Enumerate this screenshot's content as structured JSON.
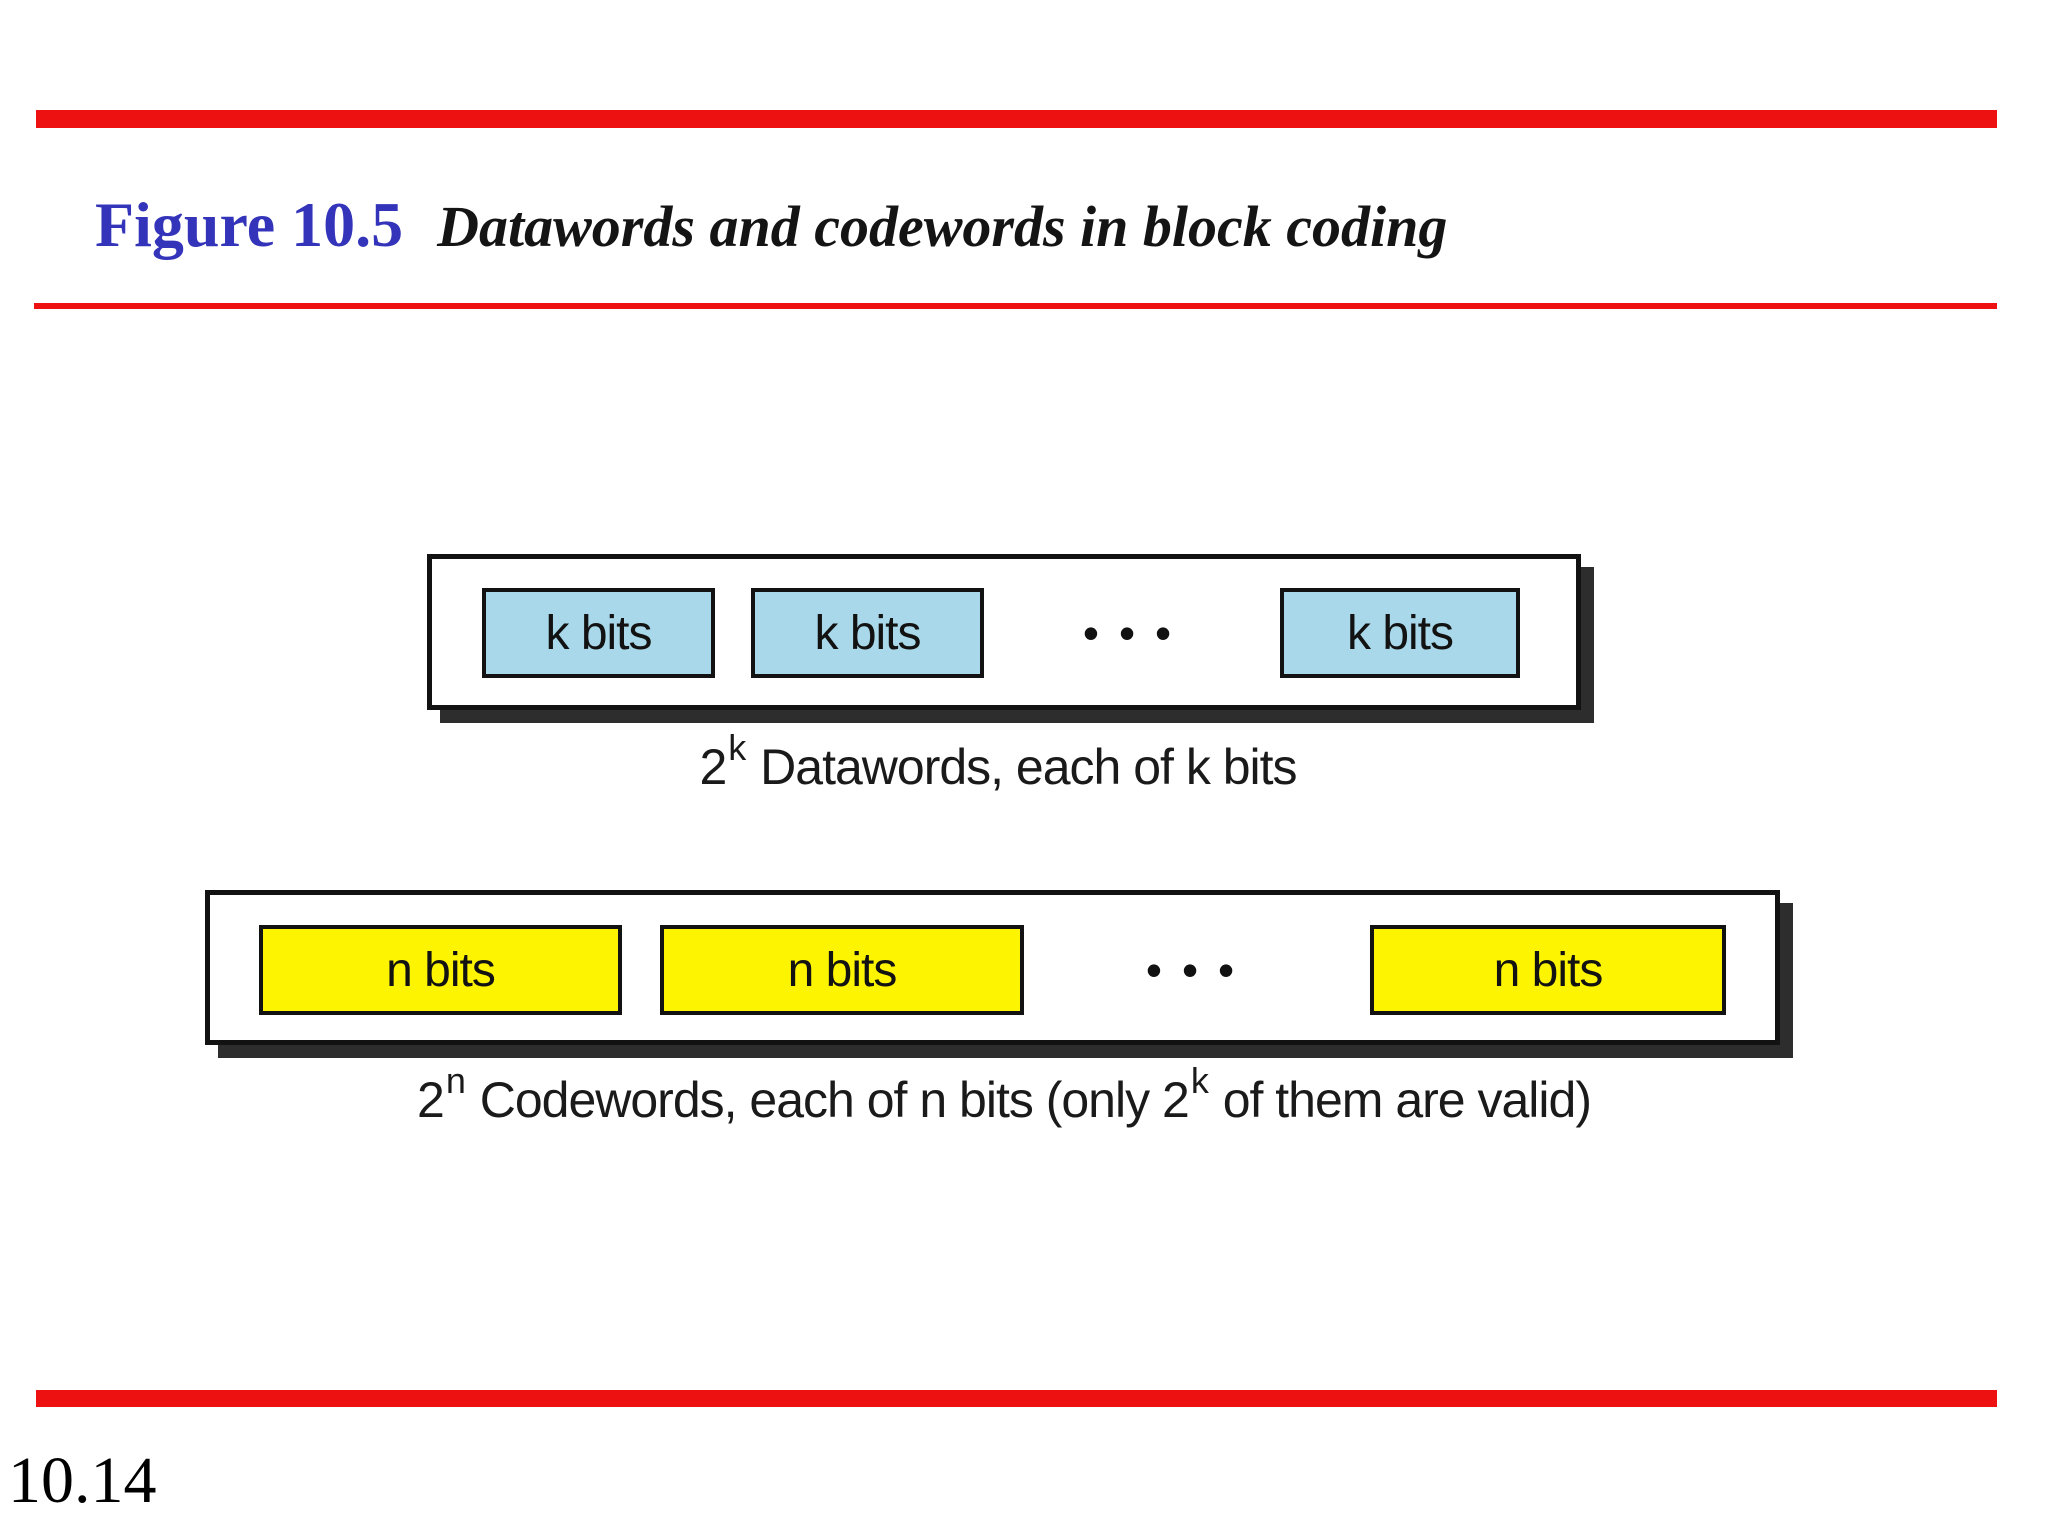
{
  "slide": {
    "figure_label": "Figure 10.5",
    "figure_title": "Datawords and codewords in block coding",
    "page_number": "10.14"
  },
  "datawords": {
    "box_labels": [
      "k bits",
      "k bits",
      "k bits"
    ],
    "ellipsis": "•••",
    "caption": [
      {
        "text": "2"
      },
      {
        "text": "k",
        "sup": true
      },
      {
        "text": " Datawords, each of k bits"
      }
    ]
  },
  "codewords": {
    "box_labels": [
      "n bits",
      "n bits",
      "n bits"
    ],
    "ellipsis": "•••",
    "caption": [
      {
        "text": "2"
      },
      {
        "text": "n",
        "sup": true
      },
      {
        "text": " Codewords, each of n bits (only 2"
      },
      {
        "text": "k",
        "sup": true
      },
      {
        "text": " of them are valid)"
      }
    ]
  },
  "colors": {
    "accent_red": "#ee1111",
    "title_blue": "#3434bb",
    "dataword_fill": "#a8d8ea",
    "codeword_fill": "#fdf402",
    "container_fill": "#ffffff",
    "border_black": "#121212",
    "shadow_gray": "#2d2d2d"
  }
}
